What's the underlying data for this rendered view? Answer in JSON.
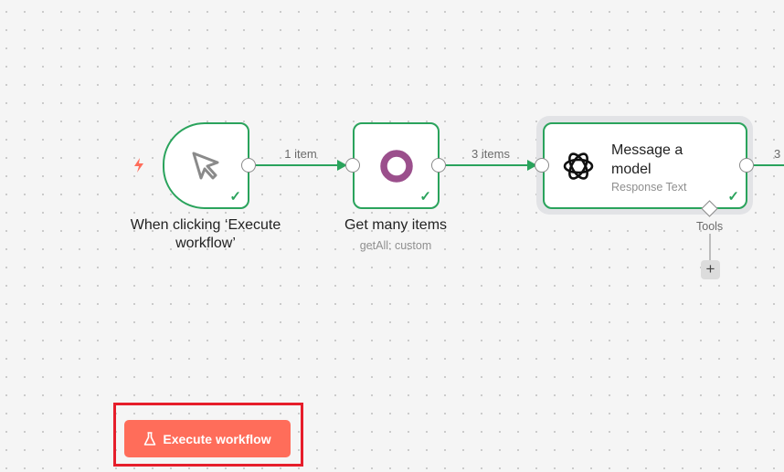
{
  "nodes": [
    {
      "title": "When clicking ‘Execute workflow’",
      "icon": "cursor-icon",
      "status": "success"
    },
    {
      "title": "Get many items",
      "subtitle": "getAll: custom",
      "icon": "circle-icon",
      "status": "success"
    },
    {
      "title": "Message a model",
      "subtitle": "Response Text",
      "icon": "openai-icon",
      "status": "success",
      "sub_input": "Tools"
    }
  ],
  "edges": [
    {
      "label": "1 item"
    },
    {
      "label": "3 items"
    },
    {
      "label": "3"
    }
  ],
  "execute_button": {
    "label": "Execute workflow",
    "icon": "flask-icon"
  },
  "colors": {
    "success": "#2aa35c",
    "accent": "#ff6d5a",
    "highlight": "#e61e2b",
    "node_icon": "#9b4f8c"
  }
}
